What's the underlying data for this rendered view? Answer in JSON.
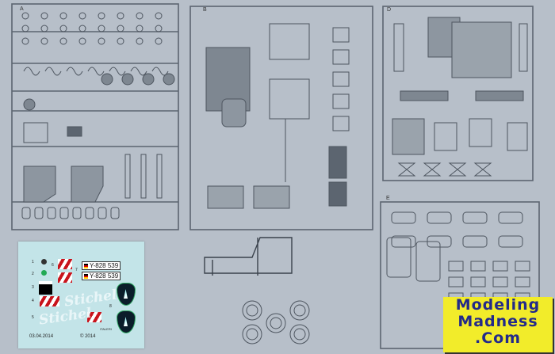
{
  "sprues": [
    {
      "letter": "A"
    },
    {
      "letter": "B"
    },
    {
      "letter": "D"
    },
    {
      "letter": "E"
    }
  ],
  "decal_sheet": {
    "plates": [
      "Y-828 539",
      "Y-828 539"
    ],
    "scripts": [
      "Stichel",
      "Stichel"
    ],
    "numbers": [
      "1",
      "2",
      "3",
      "4",
      "5",
      "6",
      "7",
      "8"
    ],
    "date": "03.04.2014",
    "copyright": "© 2014",
    "maker": "ITALERI"
  },
  "watermark": {
    "line1": "Modeling",
    "line2": "Madness",
    "line3": ".Com",
    "color": "#f2ec2a",
    "text_color": "#232a8a"
  },
  "colors": {
    "background": "#b7bfc9",
    "plastic": "#5c6570"
  }
}
